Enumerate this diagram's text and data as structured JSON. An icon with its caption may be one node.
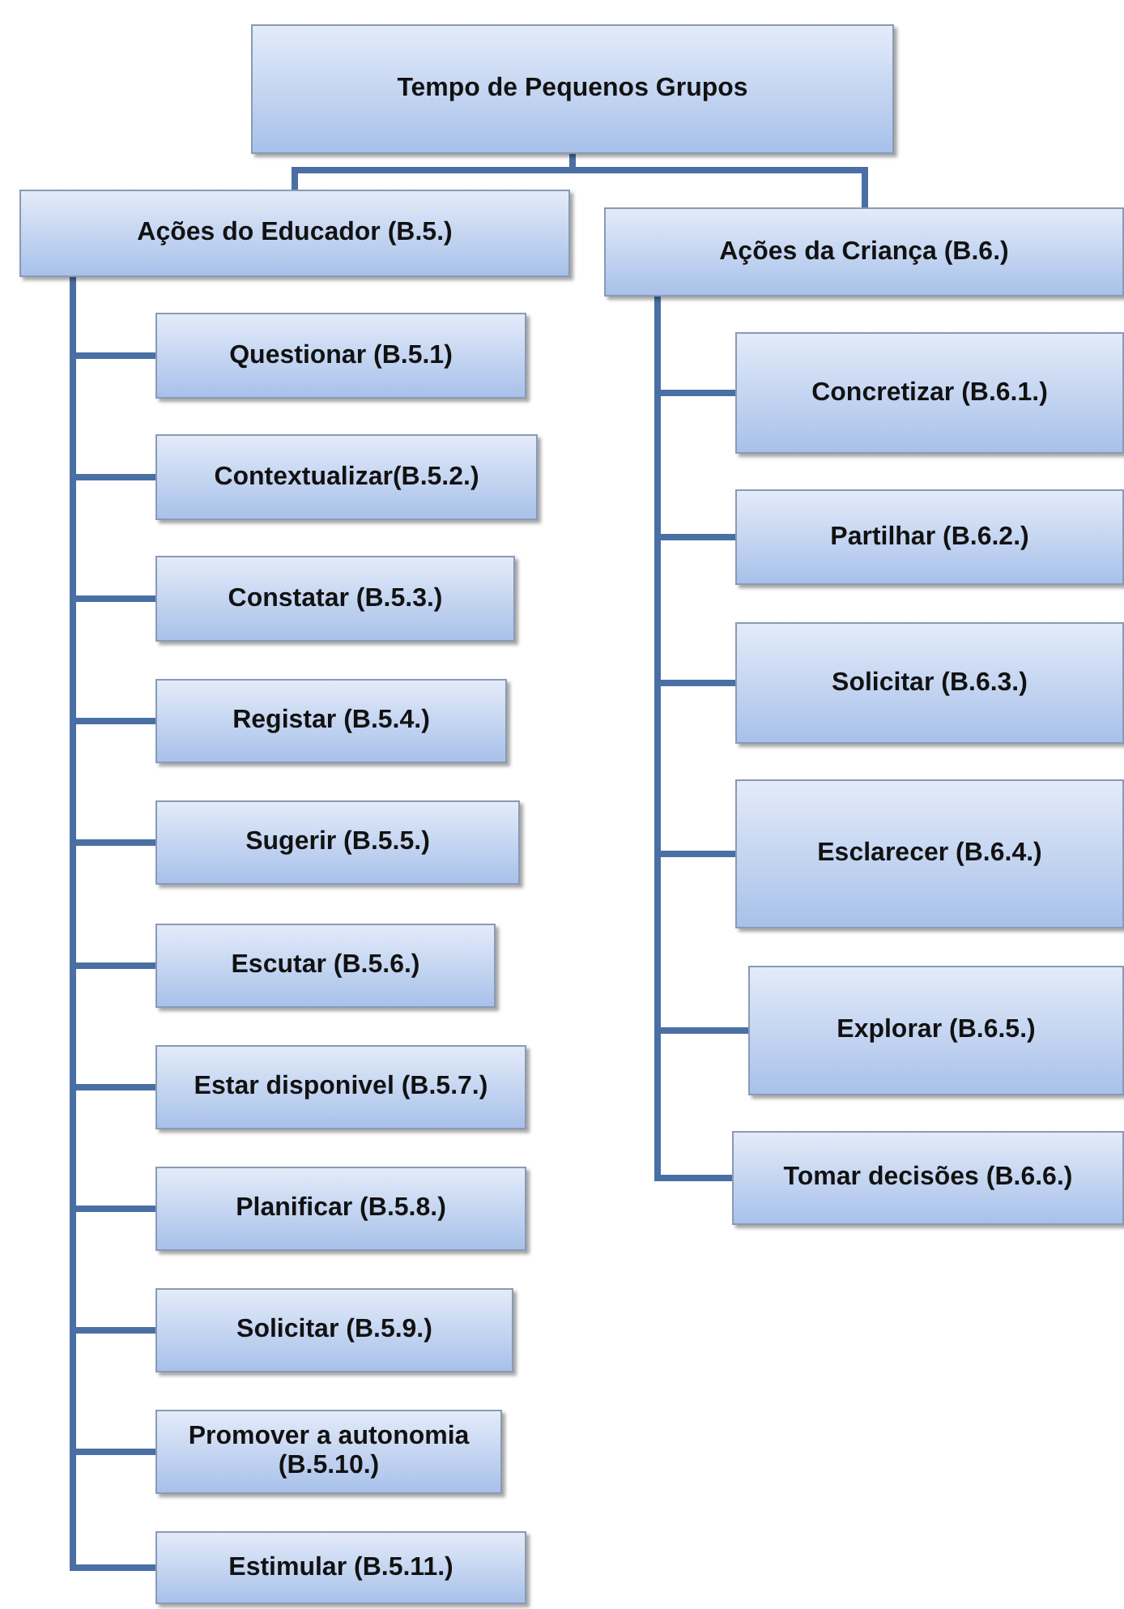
{
  "diagram": {
    "nodes": [
      {
        "text": [
          "Tempo de Pequenos Grupos"
        ]
      },
      {
        "text": [
          "Ações do Educador (B.5.)"
        ]
      },
      {
        "text": [
          "Ações da Criança (B.6.)"
        ]
      },
      {
        "text": [
          "Questionar (B.5.1)"
        ]
      },
      {
        "text": [
          "Contextualizar(B.5.2.)"
        ]
      },
      {
        "text": [
          "Constatar (B.5.3.)"
        ]
      },
      {
        "text": [
          "Registar (B.5.4.)"
        ]
      },
      {
        "text": [
          "Sugerir (B.5.5.)"
        ]
      },
      {
        "text": [
          "Escutar (B.5.6.)"
        ]
      },
      {
        "text": [
          "Estar disponivel (B.5.7.)"
        ]
      },
      {
        "text": [
          "Planificar (B.5.8.)"
        ]
      },
      {
        "text": [
          "Solicitar (B.5.9.)"
        ]
      },
      {
        "text": [
          "Promover a autonomia (B.5.10.)"
        ]
      },
      {
        "text": [
          "Estimular (B.5.11.)"
        ]
      },
      {
        "text": [
          "Concretizar (B.6.1.)"
        ]
      },
      {
        "text": [
          "Partilhar (B.6.2.)"
        ]
      },
      {
        "text": [
          "Solicitar (B.6.3.)"
        ]
      },
      {
        "text": [
          "Esclarecer (B.6.4.)"
        ]
      },
      {
        "text": [
          "Explorar (B.6.5.)"
        ]
      },
      {
        "text": [
          "Tomar decisões (B.6.6.)"
        ]
      }
    ],
    "edges": [
      {
        "from": 0,
        "to": 1,
        "arrow": "none"
      },
      {
        "from": 0,
        "to": 2,
        "arrow": "none"
      },
      {
        "from": 1,
        "to": 3,
        "arrow": "none"
      },
      {
        "from": 1,
        "to": 4,
        "arrow": "none"
      },
      {
        "from": 1,
        "to": 5,
        "arrow": "none"
      },
      {
        "from": 1,
        "to": 6,
        "arrow": "none"
      },
      {
        "from": 1,
        "to": 7,
        "arrow": "none"
      },
      {
        "from": 1,
        "to": 8,
        "arrow": "none"
      },
      {
        "from": 1,
        "to": 9,
        "arrow": "none"
      },
      {
        "from": 1,
        "to": 10,
        "arrow": "none"
      },
      {
        "from": 1,
        "to": 11,
        "arrow": "none"
      },
      {
        "from": 1,
        "to": 12,
        "arrow": "none"
      },
      {
        "from": 1,
        "to": 13,
        "arrow": "none"
      },
      {
        "from": 2,
        "to": 14,
        "arrow": "none"
      },
      {
        "from": 2,
        "to": 15,
        "arrow": "none"
      },
      {
        "from": 2,
        "to": 16,
        "arrow": "none"
      },
      {
        "from": 2,
        "to": 17,
        "arrow": "none"
      },
      {
        "from": 2,
        "to": 18,
        "arrow": "none"
      },
      {
        "from": 2,
        "to": 19,
        "arrow": "none"
      }
    ]
  }
}
